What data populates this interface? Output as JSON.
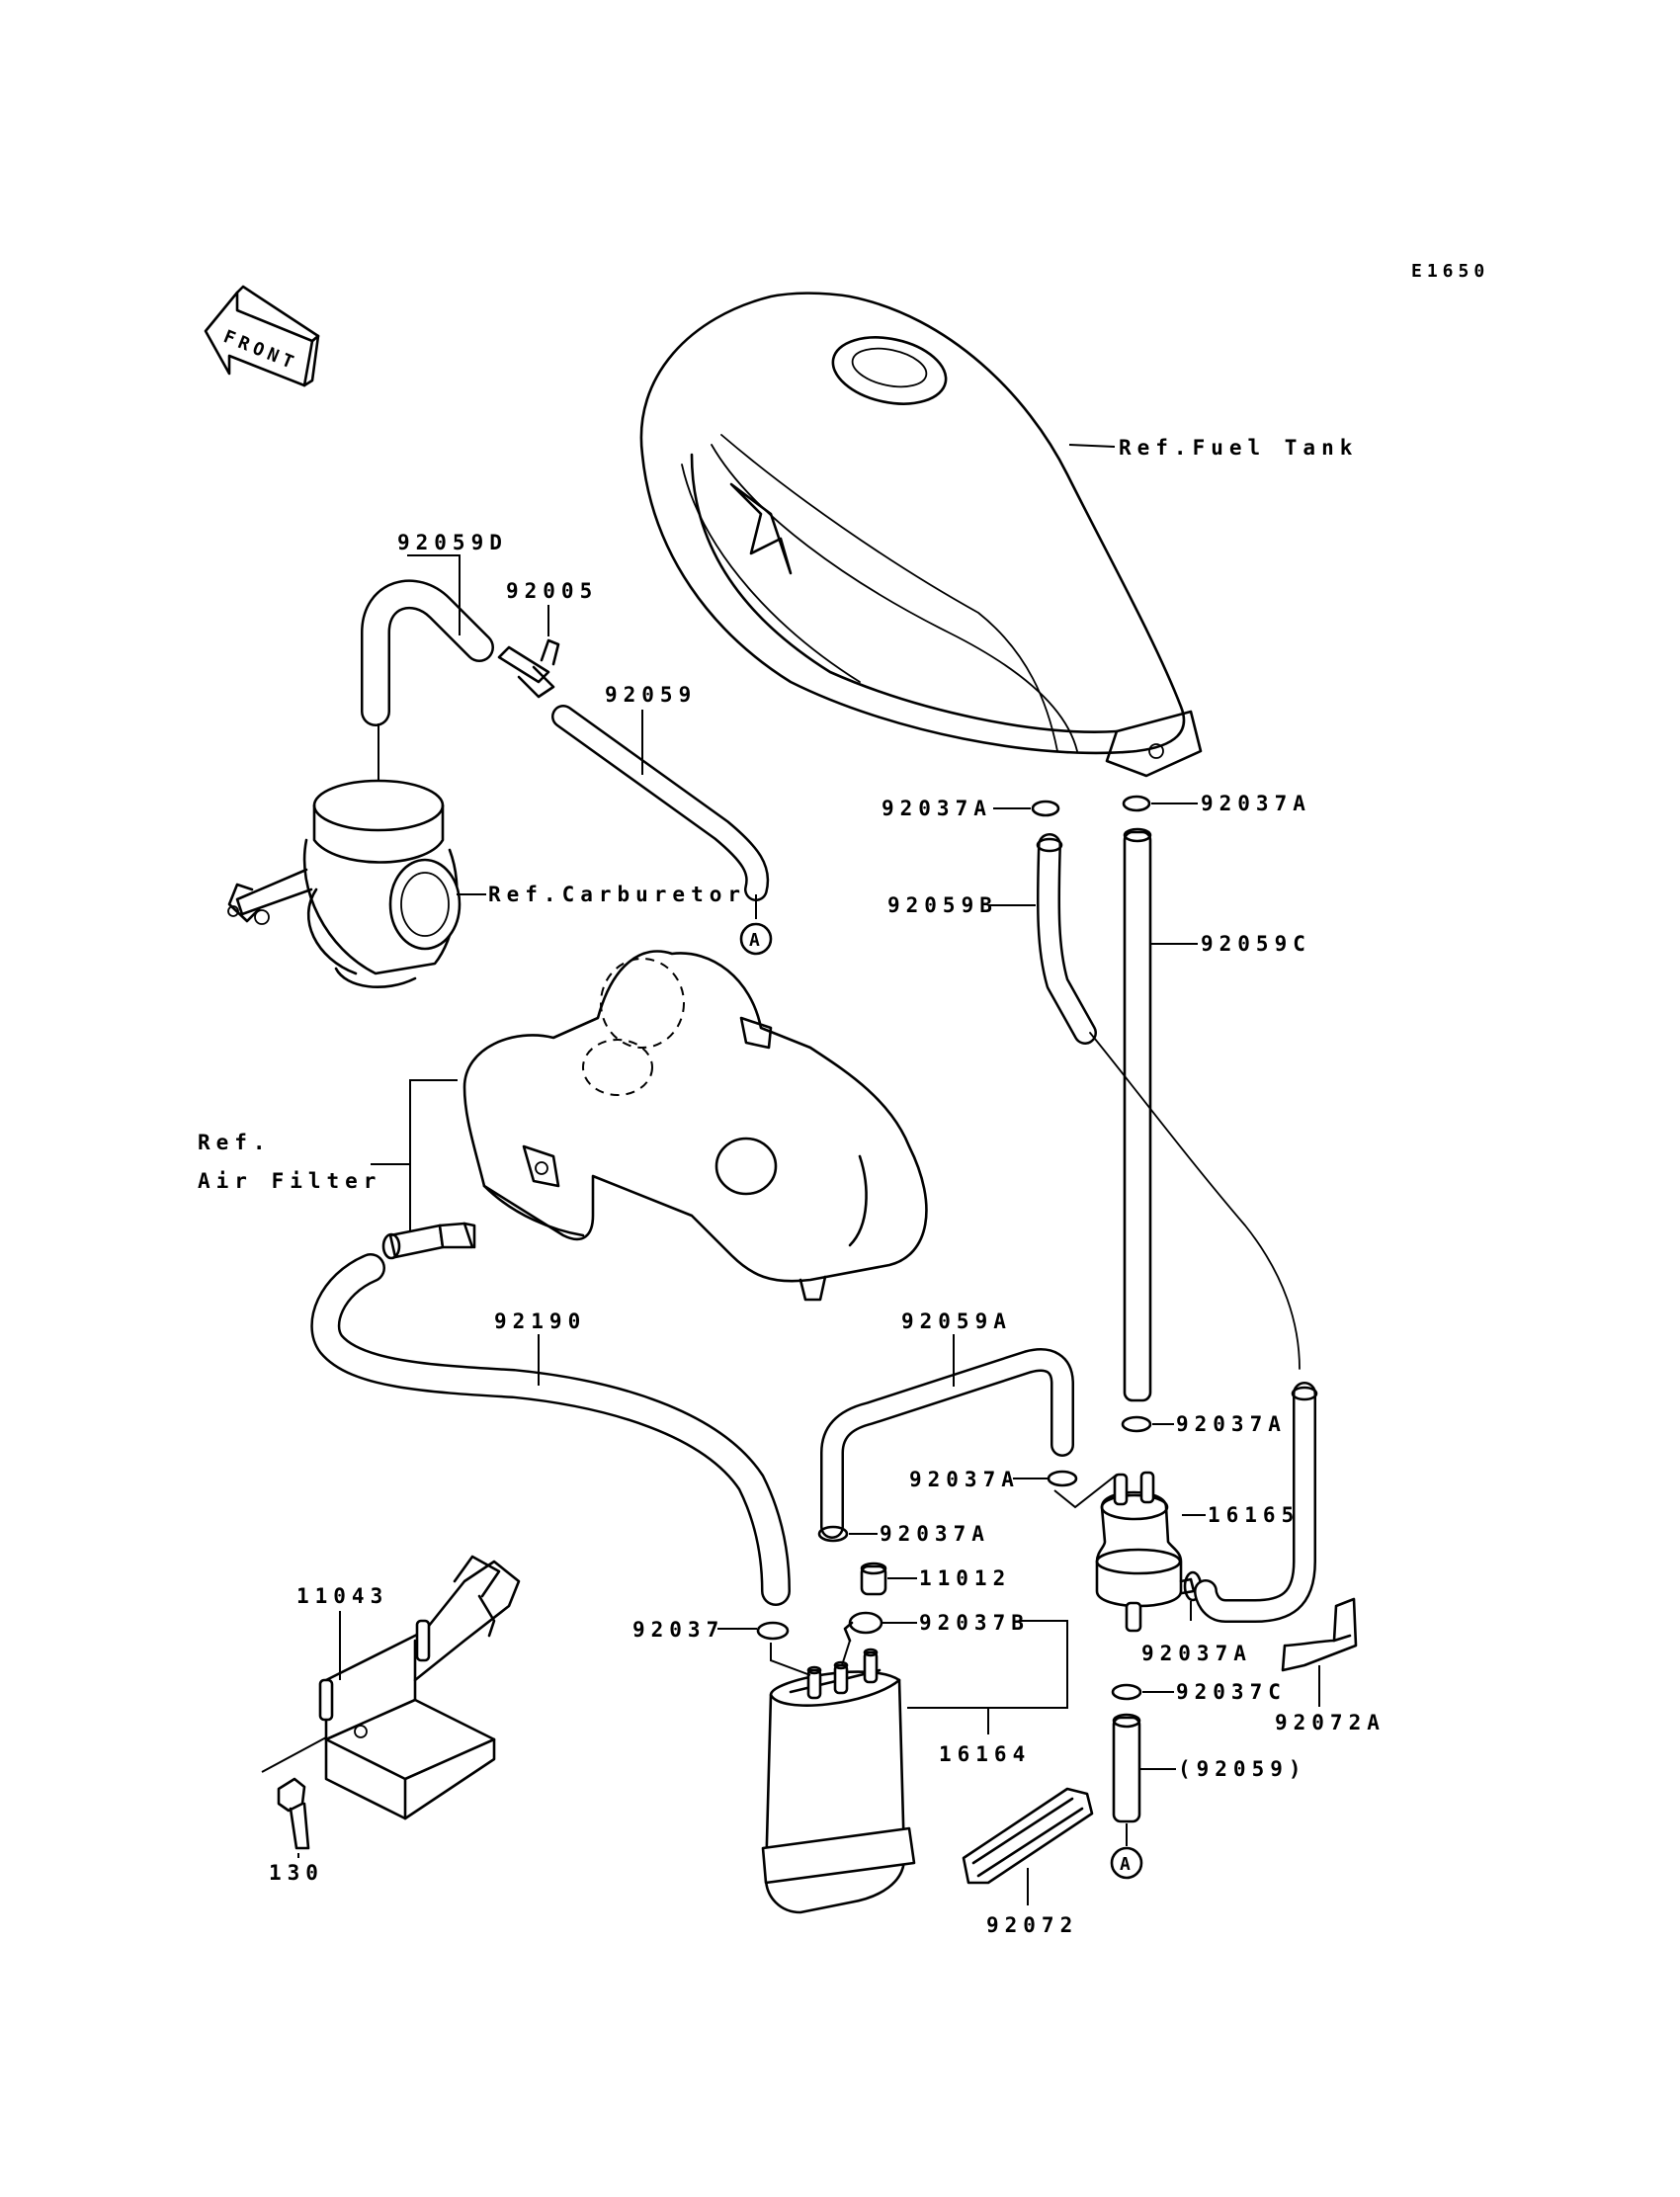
{
  "diagram_code": "E1650",
  "front_label": "FRONT",
  "refs": {
    "fuel_tank": "Ref.Fuel Tank",
    "carburetor": "Ref.Carburetor",
    "air_filter_1": "Ref.",
    "air_filter_2": "Air Filter"
  },
  "parts": {
    "p92059D": "92059D",
    "p92005": "92005",
    "p92059": "92059",
    "p92037A_left": "92037A",
    "p92037A_right": "92037A",
    "p92059B": "92059B",
    "p92059C": "92059C",
    "p92190": "92190",
    "p92059A": "92059A",
    "p92037A_filter_top": "92037A",
    "p92037A_filter_left": "92037A",
    "p16165": "16165",
    "p92037A_canister": "92037A",
    "p11012": "11012",
    "p92037B": "92037B",
    "p92037": "92037",
    "p11043": "11043",
    "p92037A_filter_side": "92037A",
    "p92037C": "92037C",
    "p92072A": "92072A",
    "p16164": "16164",
    "p92059_paren": "(92059)",
    "p130": "130",
    "p92072": "92072"
  },
  "connector_marks": {
    "a_top": "A",
    "a_bottom": "A"
  }
}
